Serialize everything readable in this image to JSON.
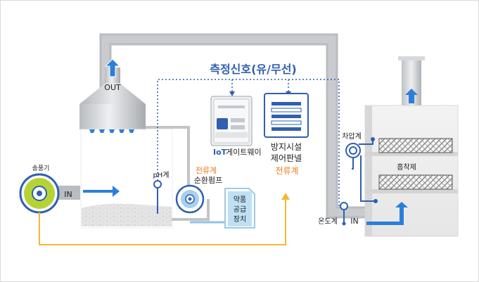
{
  "title": "측정신호(유/무선)",
  "labels": {
    "out": "OUT",
    "blower": "송풍기",
    "in_left": "IN",
    "ph_meter": "pH계",
    "current_meter_pump": "전류계",
    "circulation_pump": "순환펌프",
    "chemical_supply": [
      "약품",
      "공급",
      "장치"
    ],
    "iot_gateway_brand": "IoT",
    "iot_gateway_label": "게이트웨이",
    "control_panel_line1": "방지시설",
    "control_panel_line2": "제어판넬",
    "current_meter_panel": "전류계",
    "diff_pressure_meter": "차압계",
    "adsorbent": "흡착제",
    "temperature_meter": "온도계",
    "in_right": "IN"
  },
  "colors": {
    "signal_blue": "#2f5fb0",
    "arrow_blue": "#2b7fd8",
    "duct_gray": "#b9bcc0",
    "accent_orange": "#ee7d1b",
    "yellow_line": "#f5b82e",
    "blower_green": "#b5d335",
    "light_blue": "#9fc9e8"
  },
  "icons": [
    "fan-icon",
    "pump-icon",
    "arrow-up-icon",
    "arrow-right-icon",
    "nozzle-icon"
  ]
}
